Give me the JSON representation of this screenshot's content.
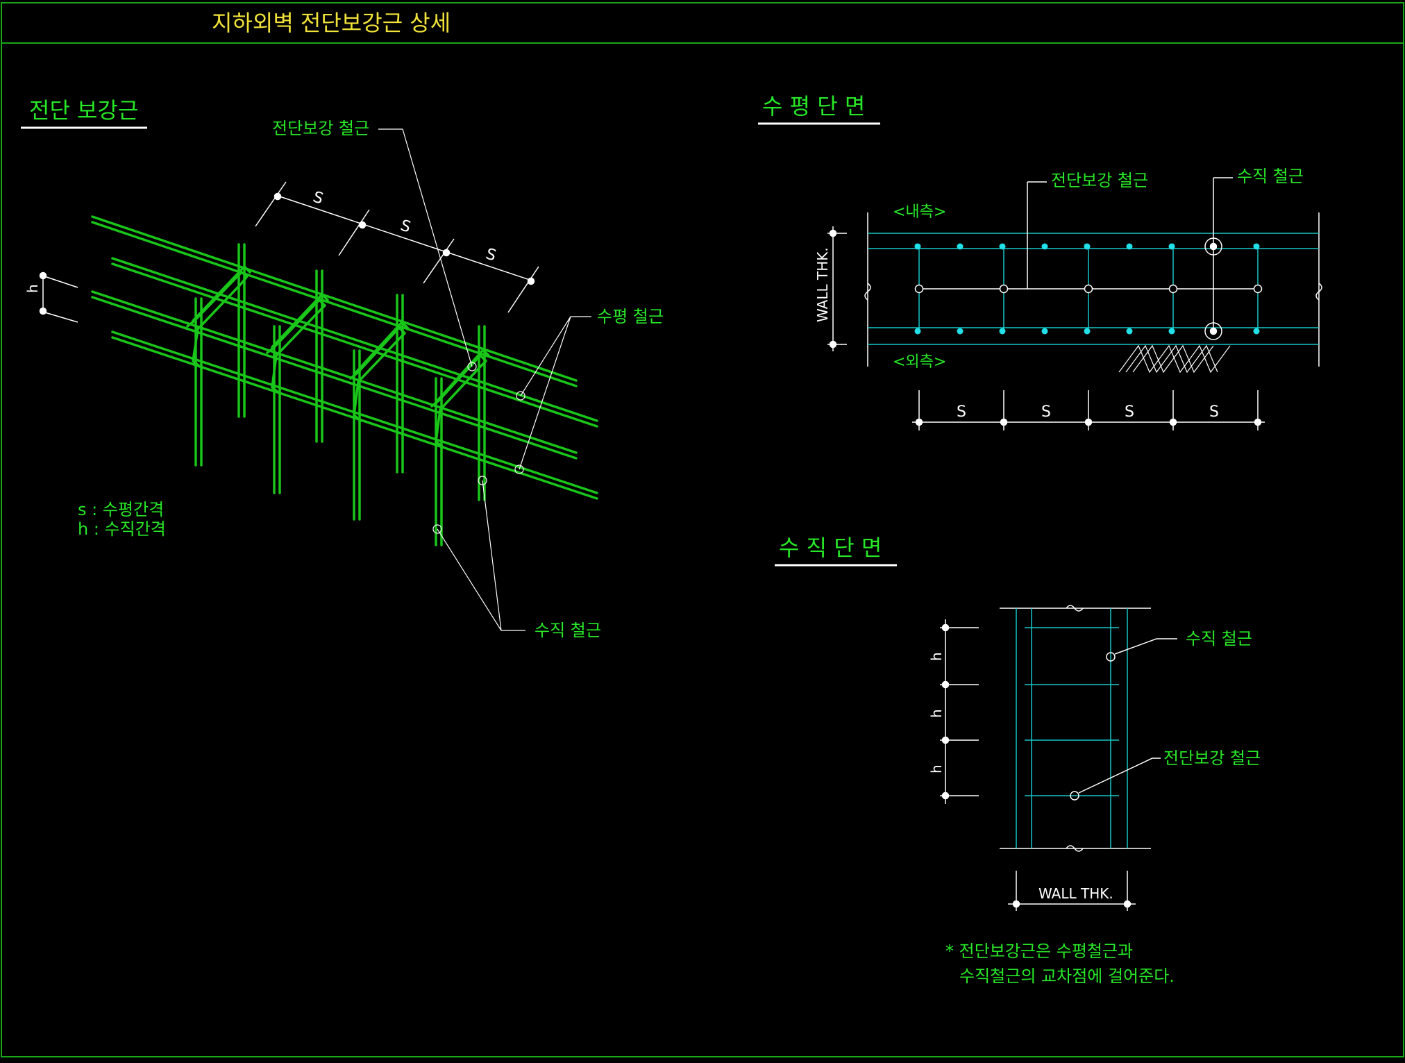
{
  "sheet": {
    "title": "지하외벽 전단보강근 상세"
  },
  "colors": {
    "frame": "#1aa81a",
    "rebar": "#19c619",
    "text": "#27e827",
    "title": "#f0e23a",
    "leader": "#ffffff",
    "cyan": "#17c6c6",
    "cyan_dot": "#21e0e8",
    "white": "#ffffff"
  },
  "iso": {
    "heading": "전단 보강근",
    "label_shear": "전단보강 철근",
    "label_horizontal": "수평 철근",
    "label_vertical": "수직 철근",
    "dim_s": [
      "S",
      "S",
      "S"
    ],
    "dim_h": "h",
    "legend_s": "s : 수평간격",
    "legend_h": "h : 수직간격"
  },
  "hsection": {
    "heading": "수 평 단 면",
    "label_shear": "전단보강 철근",
    "label_vertical": "수직 철근",
    "inner": "<내측>",
    "outer": "<외측>",
    "wall_thk": "WALL THK.",
    "dim_s": [
      "S",
      "S",
      "S",
      "S"
    ]
  },
  "vsection": {
    "heading": "수 직 단 면",
    "label_vertical": "수직 철근",
    "label_shear": "전단보강 철근",
    "wall_thk": "WALL THK.",
    "dim_h": [
      "h",
      "h",
      "h"
    ]
  },
  "note": {
    "line1": "* 전단보강근은 수평철근과",
    "line2": "수직철근의 교차점에 걸어준다."
  }
}
